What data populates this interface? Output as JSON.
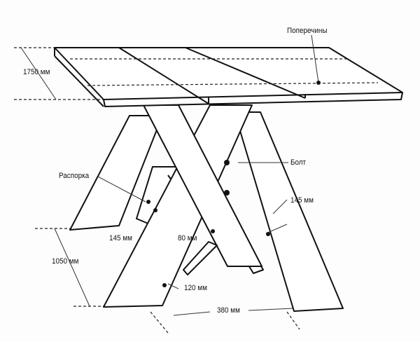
{
  "labels": {
    "crossbars": "Поперечины",
    "top_width": "1750 мм",
    "bolt": "Болт",
    "brace": "Распорка",
    "brace_offset_left": "145 мм",
    "brace_offset_right": "145 мм",
    "bolt_spacing": "80 мм",
    "height": "1050 мм",
    "foot_offset": "120 мм",
    "leg_foot_width": "380 мм"
  }
}
